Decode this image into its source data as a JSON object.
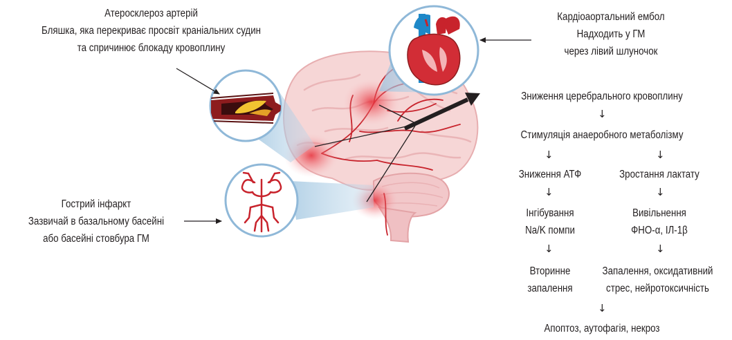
{
  "callouts": {
    "atherosclerosis": {
      "title": "Атеросклероз артерій",
      "line2": "Бляшка, яка перекриває просвіт краніальних судин",
      "line3": "та спричинює блокаду кровоплину"
    },
    "cardioembolic": {
      "title": "Кардіоаортальний ембол",
      "line2": "Надходить у ГМ",
      "line3": "через лівий шлуночок"
    },
    "acute_infarct": {
      "title": "Гострий інфаркт",
      "line2": "Зазвичай в базальному басейні",
      "line3": "або басейні стовбура ГМ"
    }
  },
  "cascade": {
    "step1": "Зниження церебрального кровоплину",
    "step2": "Стимуляція анаеробного метаболізму",
    "left": {
      "a": "Зниження АТФ",
      "b_line1": "Інгібування",
      "b_line2": "Na/K помпи",
      "c_line1": "Вторинне",
      "c_line2": "запалення"
    },
    "right": {
      "a": "Зростання лактату",
      "b_line1": "Вивільнення",
      "b_line2": "ФНО-α, ІЛ-1β",
      "c_line1": "Запалення, оксидативний",
      "c_line2": "стрес, нейротоксичність"
    },
    "final": "Апоптоз, аутофагія, некроз",
    "arrow_symbol": "↓"
  }
}
